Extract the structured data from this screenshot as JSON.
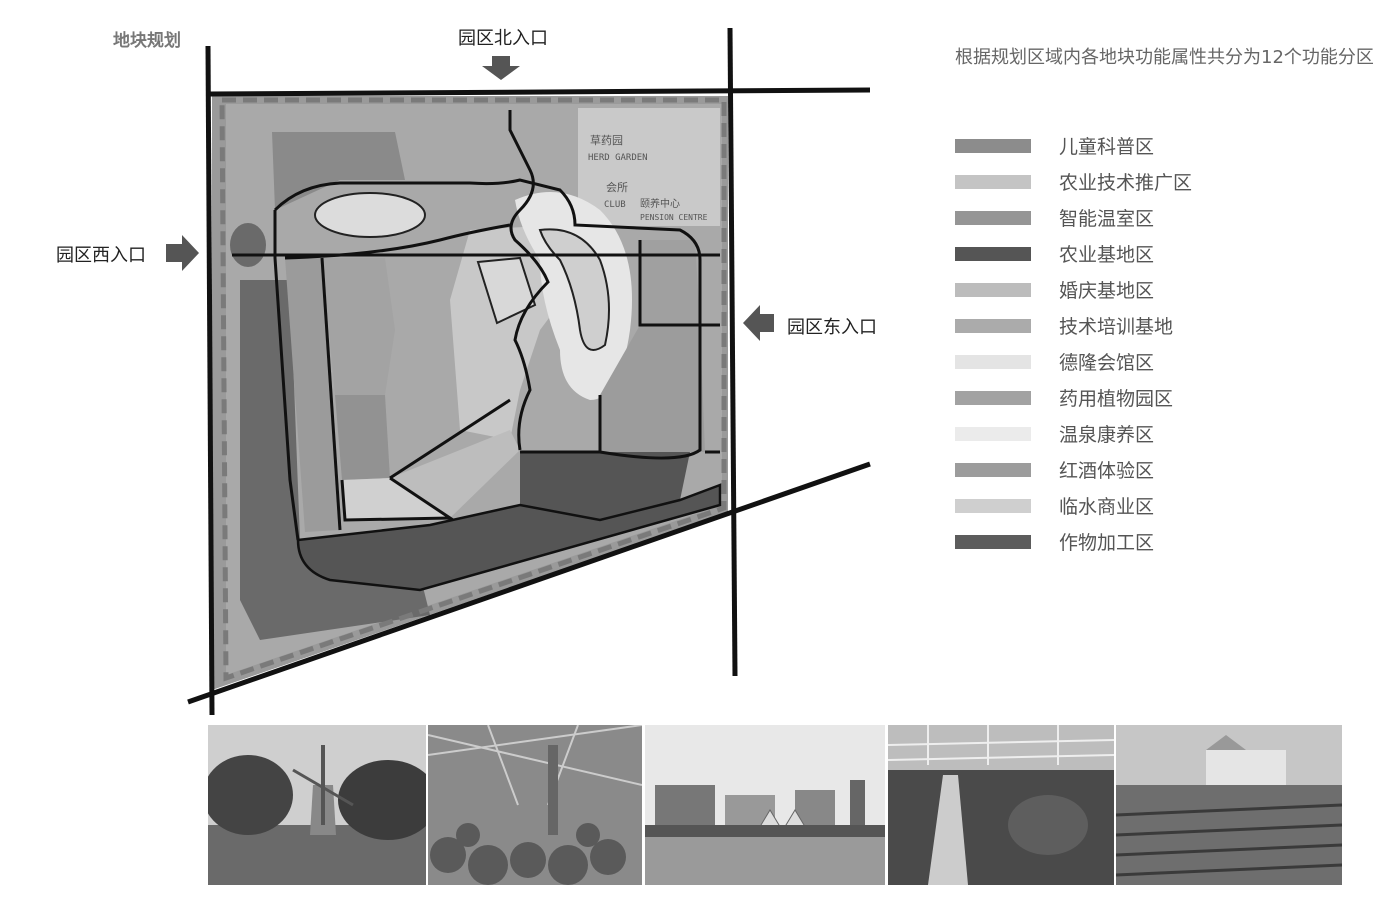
{
  "title": "地块规划",
  "gates": {
    "north": "园区北入口",
    "west": "园区西入口",
    "east": "园区东入口"
  },
  "intro": "根据规划区域内各地块功能属性共分为12个功能分区",
  "map_labels": {
    "herb_cn": "草药园",
    "herb_en": "HERD GARDEN",
    "club_cn": "会所",
    "club_en": "CLUB",
    "pension_cn": "颐养中心",
    "pension_en": "PENSION CENTRE"
  },
  "legend": [
    {
      "label": "儿童科普区",
      "color": "#8c8c8c"
    },
    {
      "label": "农业技术推广区",
      "color": "#c4c4c4"
    },
    {
      "label": "智能温室区",
      "color": "#959595"
    },
    {
      "label": "农业基地区",
      "color": "#555555"
    },
    {
      "label": "婚庆基地区",
      "color": "#bcbcbc"
    },
    {
      "label": "技术培训基地",
      "color": "#ababab"
    },
    {
      "label": "德隆会馆区",
      "color": "#e4e4e4"
    },
    {
      "label": "药用植物园区",
      "color": "#a2a2a2"
    },
    {
      "label": "温泉康养区",
      "color": "#ebebeb"
    },
    {
      "label": "红酒体验区",
      "color": "#9c9c9c"
    },
    {
      "label": "临水商业区",
      "color": "#cfcfcf"
    },
    {
      "label": "作物加工区",
      "color": "#5c5c5c"
    }
  ],
  "photos": [
    {
      "icon": "windmill-garden"
    },
    {
      "icon": "cactus-greenhouse"
    },
    {
      "icon": "waterfront-buildings"
    },
    {
      "icon": "smart-greenhouse"
    },
    {
      "icon": "vineyard-chateau"
    }
  ]
}
